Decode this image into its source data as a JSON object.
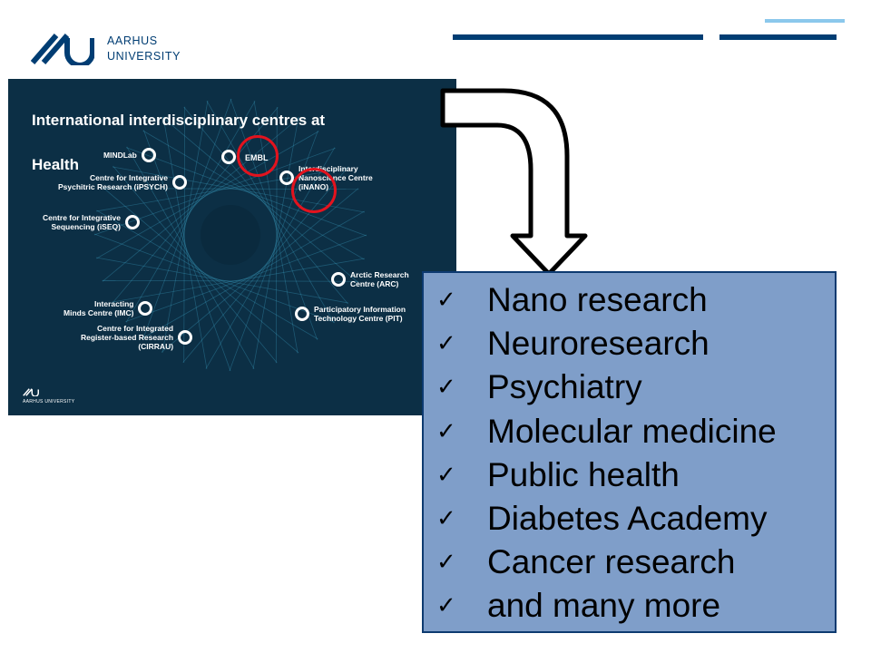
{
  "header": {
    "university_line1": "AARHUS",
    "university_line2": "UNIVERSITY",
    "logo_icon": "aarhus-university-logo-icon",
    "colors": {
      "brand_dark": "#003d73",
      "brand_light": "#8bc8ec"
    }
  },
  "panel": {
    "title_line1": "International interdisciplinary centres at",
    "title_line2": "Health",
    "background": "#0c2f45",
    "highlight_color": "#e3131e",
    "centres": [
      {
        "lines": [
          "MINDLab"
        ]
      },
      {
        "lines": [
          "Centre for Integrative",
          "Psychitric Research (iPSYCH)"
        ]
      },
      {
        "lines": [
          "Centre for Integrative",
          "Sequencing (iSEQ)"
        ]
      },
      {
        "lines": [
          "Interacting",
          "Minds Centre (IMC)"
        ]
      },
      {
        "lines": [
          "Centre for Integrated",
          "Register-based Research",
          "(CIRRAU)"
        ]
      },
      {
        "lines": [
          "Interdisciplinary",
          "Nanoscience Centre",
          "(iNANO)"
        ]
      },
      {
        "lines": [
          "Arctic Research",
          "Centre (ARC)"
        ]
      },
      {
        "lines": [
          "Participatory Information",
          "Technology Centre (PIT)"
        ]
      }
    ],
    "embl_label": "EMBL",
    "footer": "AARHUS UNIVERSITY"
  },
  "arrow": {
    "icon": "curved-down-arrow-icon"
  },
  "list": {
    "check_icon": "checkmark-icon",
    "check_glyph": "✓",
    "background": "#7f9ec9",
    "items": [
      "Nano research",
      "Neuroresearch",
      "Psychiatry",
      "Molecular medicine",
      "Public health",
      "Diabetes Academy",
      "Cancer research",
      "and many more"
    ]
  }
}
